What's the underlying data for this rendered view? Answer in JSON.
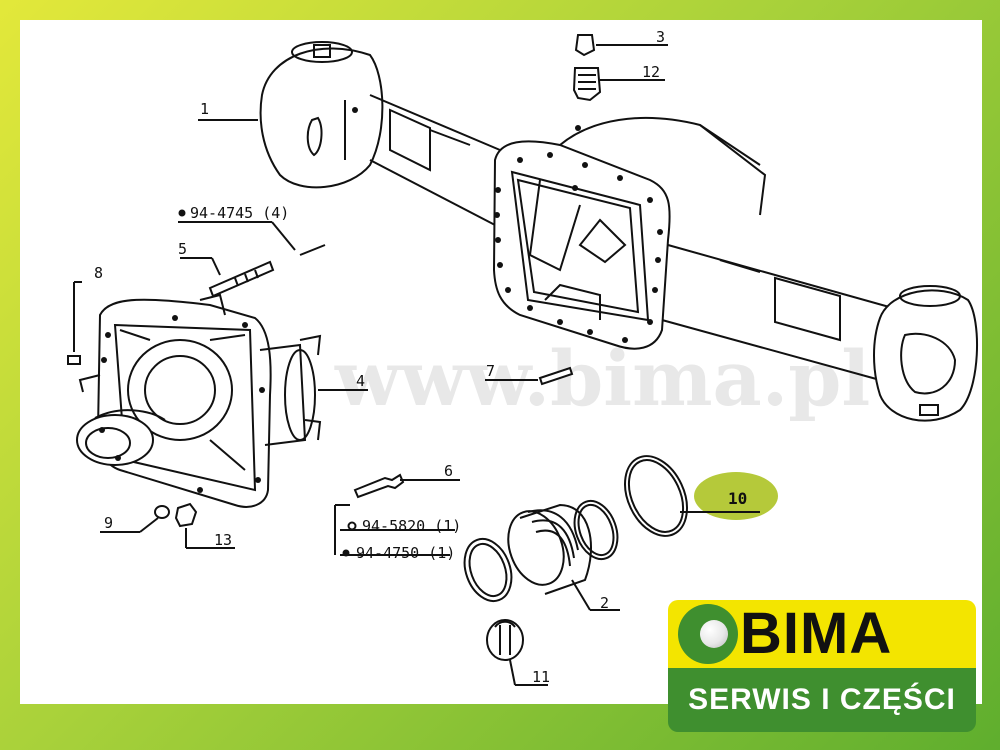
{
  "watermark": "www.bima.pl",
  "callouts": {
    "c1": "1",
    "c2": "2",
    "c3": "3",
    "c4": "4",
    "c5": "5",
    "c6": "6",
    "c7": "7",
    "c8": "8",
    "c9": "9",
    "c10": "10",
    "c11": "11",
    "c12": "12",
    "c13": "13"
  },
  "references": {
    "r1": "94-4745 (4)",
    "r2": "94-5820 (1)",
    "r3": "94-4750 (1)"
  },
  "logo": {
    "brand": "BIMA",
    "tagline": "SERWIS I CZĘŚCI"
  },
  "colors": {
    "frame_green": "#5fae2e",
    "frame_yellow": "#e3e83a",
    "highlight": "#b5c93a",
    "logo_yellow": "#f3e500",
    "logo_green": "#3f8f2f"
  }
}
